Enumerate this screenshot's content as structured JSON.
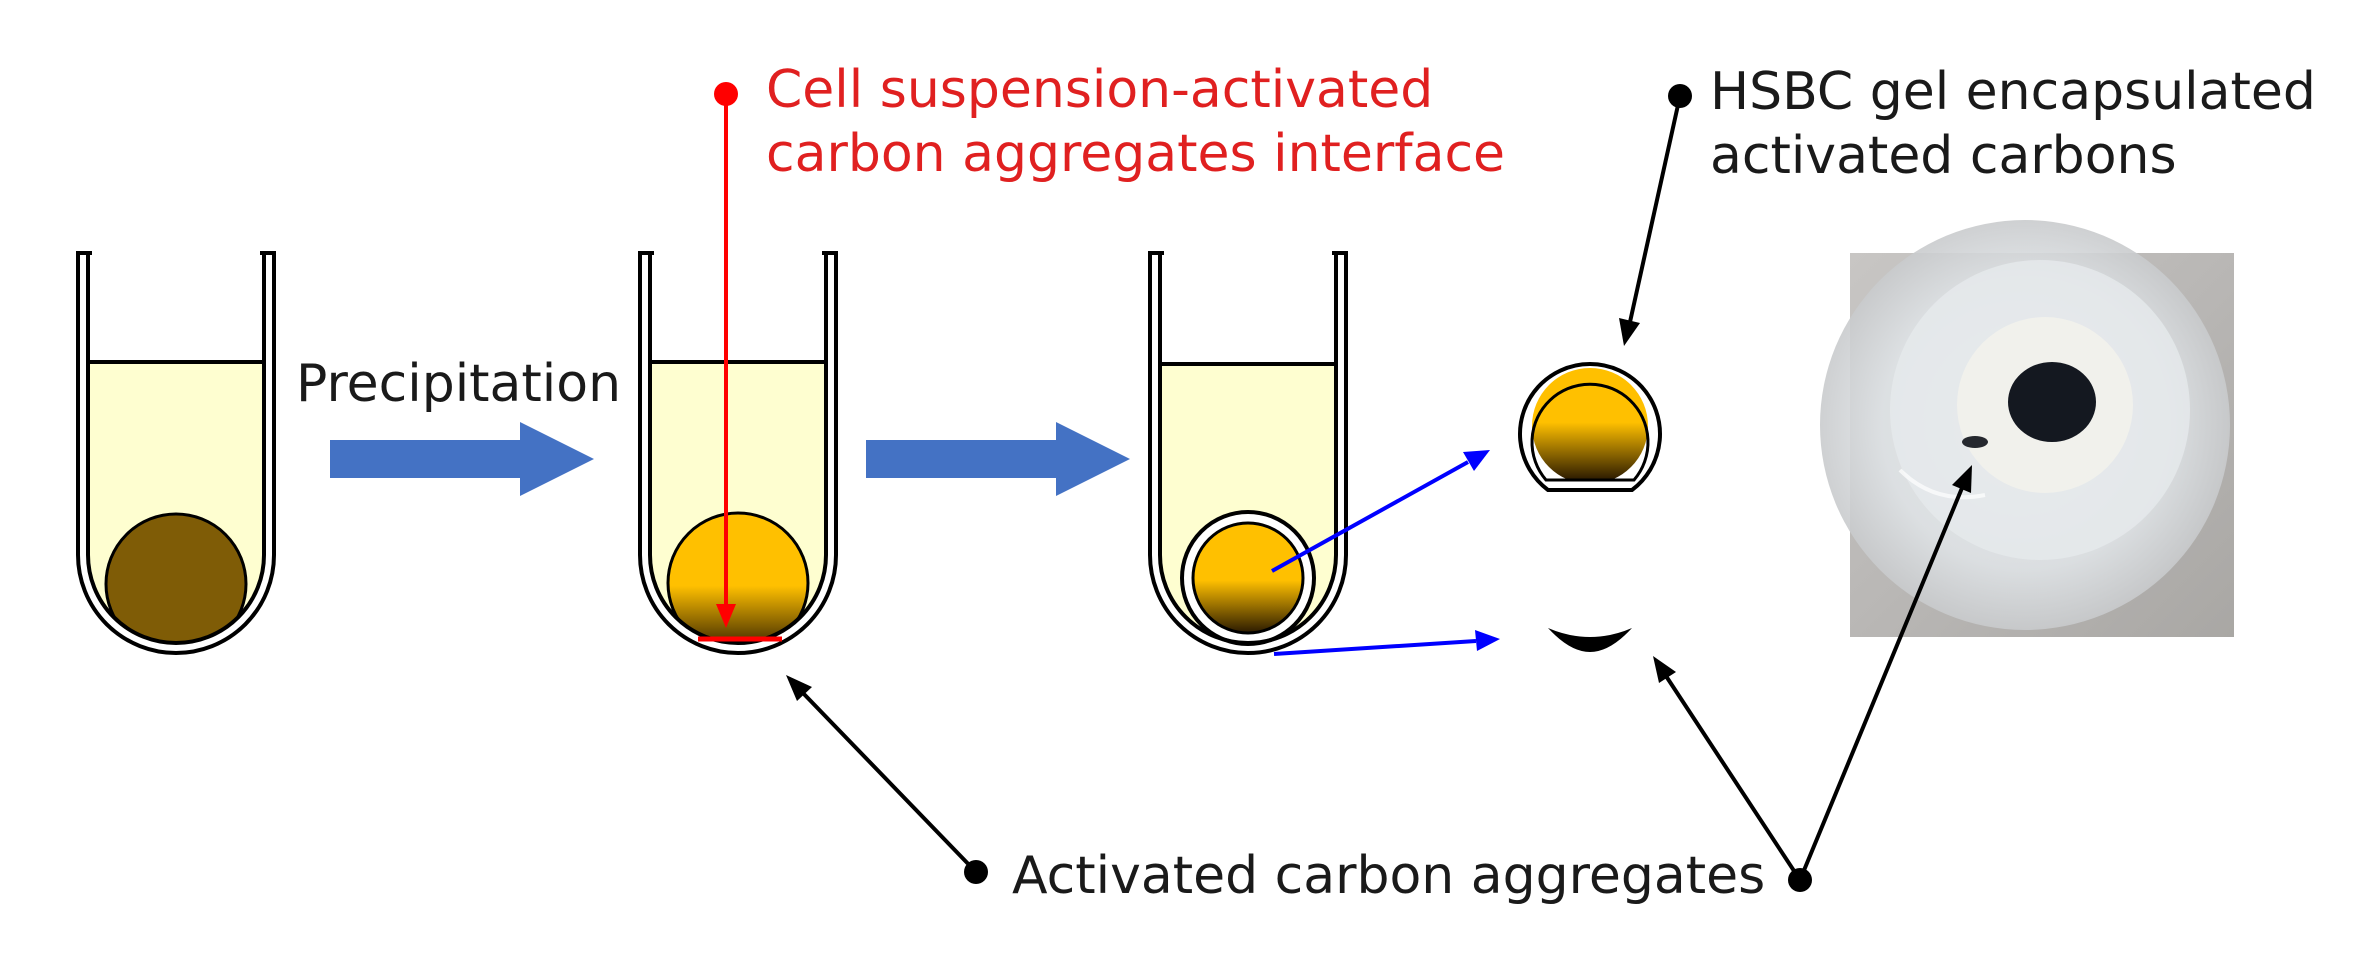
{
  "labels": {
    "precipitation": "Precipitation",
    "interface_line1": "Cell suspension-activated",
    "interface_line2": "carbon aggregates interface",
    "hsbc_line1": "HSBC gel encapsulated",
    "hsbc_line2": "activated carbons",
    "aggregates": "Activated carbon aggregates"
  },
  "colors": {
    "liquid": "#fefed0",
    "pellet_brown": "#7f5c06",
    "cells_orange": "#ffc000",
    "process_arrow": "#4472c4",
    "interface_red": "#ff0000",
    "pointer_blue": "#0000ff",
    "pointer_black": "#000000"
  }
}
